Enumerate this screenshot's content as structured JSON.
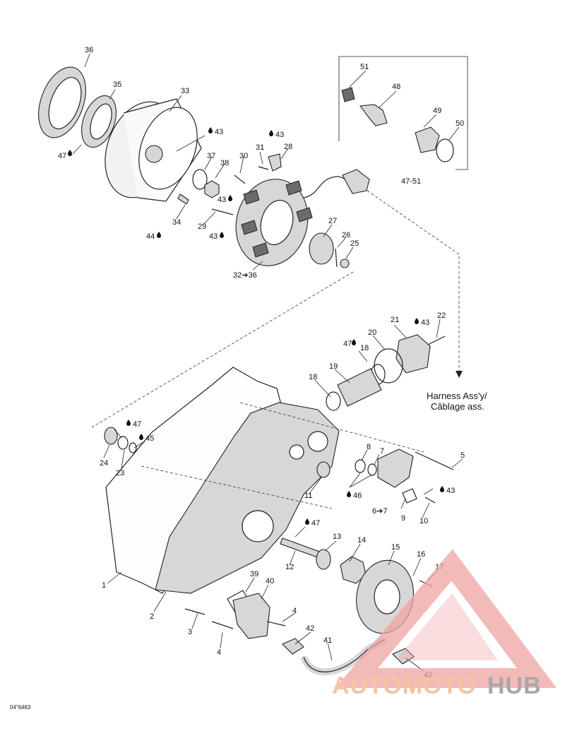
{
  "callouts": [
    {
      "key": "c36",
      "text": "36"
    },
    {
      "key": "c35",
      "text": "35"
    },
    {
      "key": "c33",
      "text": "33"
    },
    {
      "key": "c47a",
      "text": "47"
    },
    {
      "key": "c43a",
      "text": "43"
    },
    {
      "key": "c43b",
      "text": "43"
    },
    {
      "key": "c37",
      "text": "37"
    },
    {
      "key": "c38",
      "text": "38"
    },
    {
      "key": "c30",
      "text": "30"
    },
    {
      "key": "c31",
      "text": "31"
    },
    {
      "key": "c28",
      "text": "28"
    },
    {
      "key": "c43c",
      "text": "43"
    },
    {
      "key": "c34",
      "text": "34"
    },
    {
      "key": "c44",
      "text": "44"
    },
    {
      "key": "c29",
      "text": "29"
    },
    {
      "key": "c43d",
      "text": "43"
    },
    {
      "key": "c27",
      "text": "27"
    },
    {
      "key": "c26",
      "text": "26"
    },
    {
      "key": "c25",
      "text": "25"
    },
    {
      "key": "c32_36",
      "text": "32➔36"
    },
    {
      "key": "c51",
      "text": "51"
    },
    {
      "key": "c48",
      "text": "48"
    },
    {
      "key": "c49",
      "text": "49"
    },
    {
      "key": "c50",
      "text": "50"
    },
    {
      "key": "c47_51",
      "text": "47-51"
    },
    {
      "key": "c21",
      "text": "21"
    },
    {
      "key": "c43e",
      "text": "43"
    },
    {
      "key": "c22",
      "text": "22"
    },
    {
      "key": "c20",
      "text": "20"
    },
    {
      "key": "c47b",
      "text": "47"
    },
    {
      "key": "c18a",
      "text": "18"
    },
    {
      "key": "c19",
      "text": "19"
    },
    {
      "key": "c18b",
      "text": "18"
    },
    {
      "key": "c47c",
      "text": "47"
    },
    {
      "key": "c45",
      "text": "45"
    },
    {
      "key": "c24",
      "text": "24"
    },
    {
      "key": "c23",
      "text": "23"
    },
    {
      "key": "c8",
      "text": "8"
    },
    {
      "key": "c7",
      "text": "7"
    },
    {
      "key": "c5",
      "text": "5"
    },
    {
      "key": "c11",
      "text": "11"
    },
    {
      "key": "c46",
      "text": "46"
    },
    {
      "key": "c43f",
      "text": "43"
    },
    {
      "key": "c6_7",
      "text": "6➔7"
    },
    {
      "key": "c9",
      "text": "9"
    },
    {
      "key": "c10",
      "text": "10"
    },
    {
      "key": "c47d",
      "text": "47"
    },
    {
      "key": "c13",
      "text": "13"
    },
    {
      "key": "c14",
      "text": "14"
    },
    {
      "key": "c15",
      "text": "15"
    },
    {
      "key": "c16",
      "text": "16"
    },
    {
      "key": "c17",
      "text": "17"
    },
    {
      "key": "c12",
      "text": "12"
    },
    {
      "key": "c1",
      "text": "1"
    },
    {
      "key": "c39",
      "text": "39"
    },
    {
      "key": "c40",
      "text": "40"
    },
    {
      "key": "c2",
      "text": "2"
    },
    {
      "key": "c4a",
      "text": "4"
    },
    {
      "key": "c3",
      "text": "3"
    },
    {
      "key": "c4b",
      "text": "4"
    },
    {
      "key": "c42a",
      "text": "42"
    },
    {
      "key": "c41",
      "text": "41"
    },
    {
      "key": "c42b",
      "text": "42"
    }
  ],
  "harness_label_line1": "Harness Ass'y/",
  "harness_label_line2": "Câblage ass.",
  "figure_code": "04“6463",
  "watermark": {
    "text_part1": "AUTOMOTO",
    "text_part2": "HUB",
    "color_main": "#f0a3a3",
    "color_text1": "#f4b183",
    "color_text2": "#8c8c8c"
  }
}
